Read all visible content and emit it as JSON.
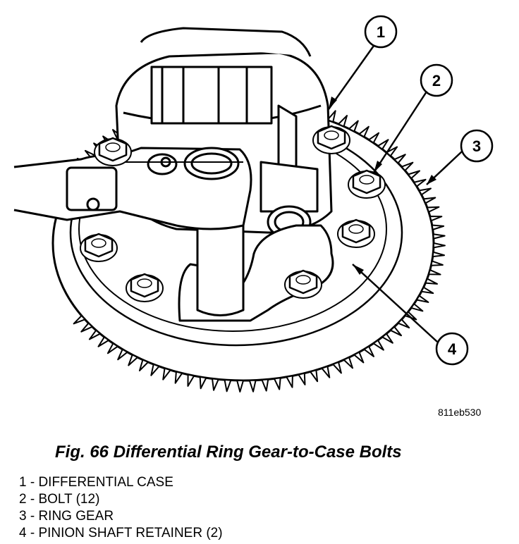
{
  "figure": {
    "code": "811eb530",
    "caption": "Fig. 66 Differential Ring Gear-to-Case Bolts",
    "callouts": [
      {
        "number": "1"
      },
      {
        "number": "2"
      },
      {
        "number": "3"
      },
      {
        "number": "4"
      }
    ]
  },
  "legend": [
    {
      "number": "1",
      "text": "1 - DIFFERENTIAL CASE"
    },
    {
      "number": "2",
      "text": "2 - BOLT (12)"
    },
    {
      "number": "3",
      "text": "3 - RING GEAR"
    },
    {
      "number": "4",
      "text": "4 - PINION SHAFT RETAINER (2)"
    }
  ],
  "colors": {
    "line": "#000000",
    "fill": "#ffffff"
  }
}
